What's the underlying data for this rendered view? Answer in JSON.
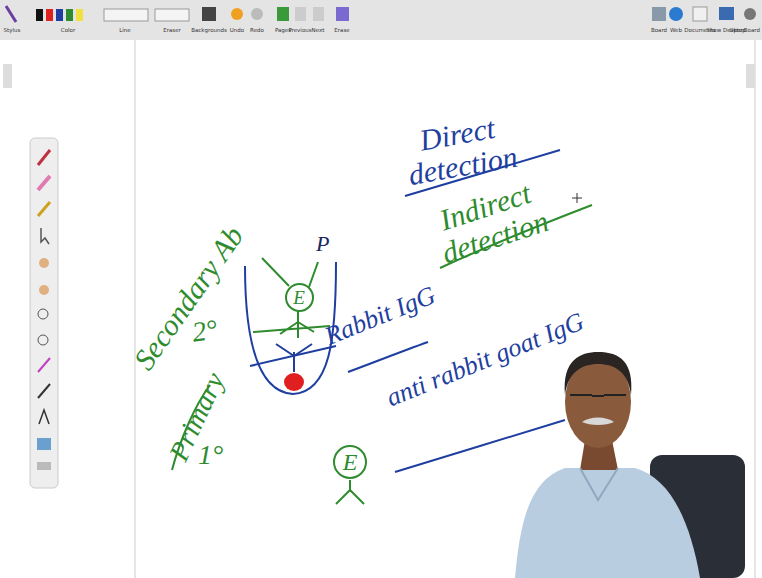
{
  "diagram": {
    "nodes": [
      {
        "text": [
          "E"
        ]
      },
      {
        "text": [
          "E"
        ]
      }
    ],
    "labels": [
      "Direct detection",
      "Indirect detection",
      "Secondary Ab",
      "2°",
      "Primary",
      "1°",
      "Rabbit IgG",
      "anti rabbit goat IgG",
      "P",
      "Stylus",
      "Color",
      "Line",
      "Eraser",
      "Backgrounds",
      "Undo",
      "Redo",
      "Pages",
      "Previous",
      "Next",
      "Erase",
      "Board",
      "Web",
      "Documents",
      "Show Desktop",
      "OpenBoard"
    ]
  }
}
